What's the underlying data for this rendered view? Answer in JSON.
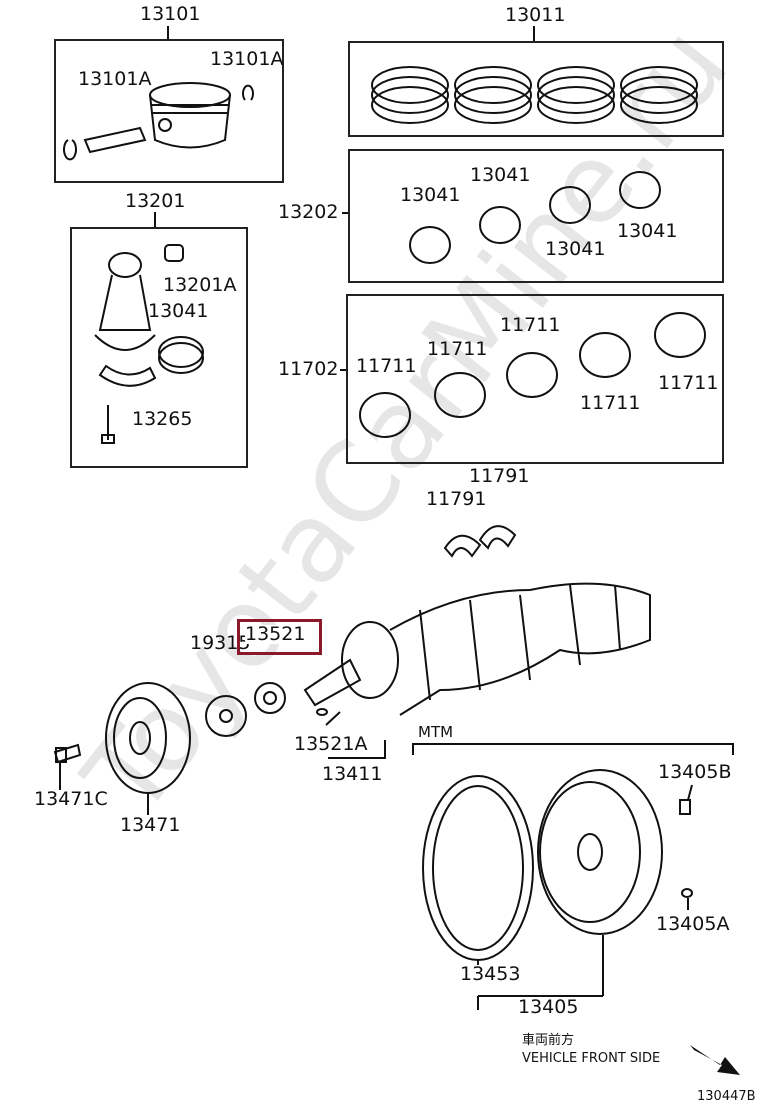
{
  "watermark": "ToyotaCarMine.ru",
  "labels": {
    "p13101": "13101",
    "p13011": "13011",
    "p13101a_l": "13101A",
    "p13101a_r": "13101A",
    "p13201": "13201",
    "p13201a": "13201A",
    "p13041_rod": "13041",
    "p13265": "13265",
    "p13202": "13202",
    "p13041_a": "13041",
    "p13041_b": "13041",
    "p13041_c": "13041",
    "p13041_d": "13041",
    "p11702": "11702",
    "p11711_a": "11711",
    "p11711_b": "11711",
    "p11711_c": "11711",
    "p11711_d": "11711",
    "p11711_e": "11711",
    "p11791_a": "11791",
    "p11791_b": "11791",
    "p19315": "19315",
    "p13521": "13521",
    "p13521a": "13521A",
    "p13411": "13411",
    "p13471c": "13471C",
    "p13471": "13471",
    "mtm": "MTM",
    "p13405b": "13405B",
    "p13405a": "13405A",
    "p13453": "13453",
    "p13405": "13405",
    "front_jp": "車両前方",
    "front_en": "VEHICLE FRONT SIDE",
    "diagram_code": "130447B"
  },
  "highlight_color": "#8a1a2b"
}
